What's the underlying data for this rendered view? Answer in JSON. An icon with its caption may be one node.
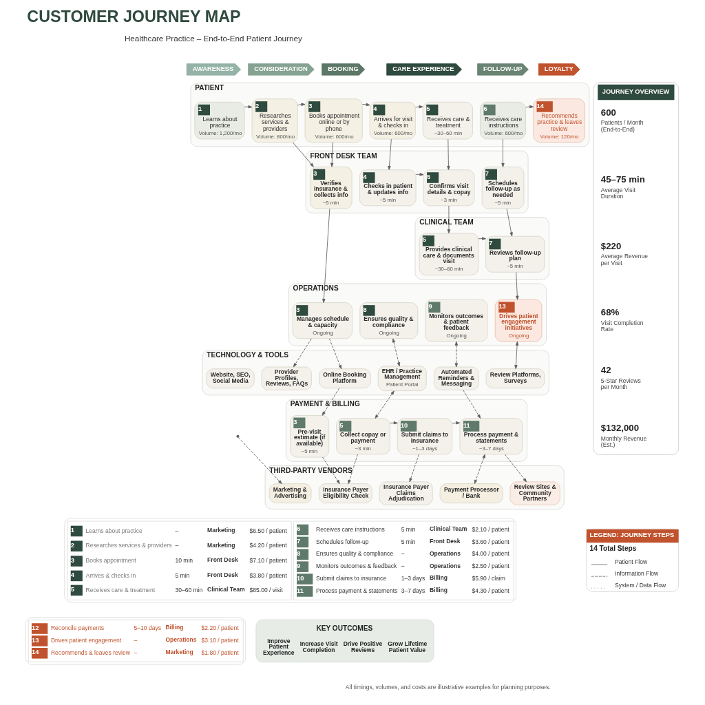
{
  "diagram": {
    "title": "CUSTOMER JOURNEY MAP",
    "nodes": [
      {
        "text": [
          "AWARENESS"
        ]
      },
      {
        "text": [
          "CONSIDERATION"
        ]
      },
      {
        "text": [
          "BOOKING"
        ]
      },
      {
        "text": [
          "CARE EXPERIENCE"
        ]
      },
      {
        "text": [
          "FOLLOW-UP"
        ]
      },
      {
        "text": [
          "LOYALTY"
        ]
      },
      {
        "text": [
          "PATIENT"
        ]
      },
      {
        "text": [
          "1",
          "Learns about practice",
          "Volume: 1,200/mo"
        ],
        "in": 6
      },
      {
        "text": [
          "2",
          "Researches services & providers",
          "Volume: 800/mo"
        ],
        "in": 6
      },
      {
        "text": [
          "3",
          "Books appointment online or by phone",
          "Volume: 600/mo"
        ],
        "in": 6
      },
      {
        "text": [
          "4",
          "Arrives for visit & checks in",
          "Volume: 600/mo"
        ],
        "in": 6
      },
      {
        "text": [
          "5",
          "Receives care & treatment",
          "~30–60 min"
        ],
        "in": 6
      },
      {
        "text": [
          "6",
          "Receives care instructions",
          "Volume: 600/mo"
        ],
        "in": 6
      },
      {
        "text": [
          "14",
          "Recommends practice & leaves review",
          "Volume: 120/mo"
        ],
        "in": 6
      },
      {
        "text": [
          "FRONT DESK TEAM"
        ]
      },
      {
        "text": [
          "3",
          "Verifies insurance & collects info",
          "~5 min"
        ],
        "in": 14
      },
      {
        "text": [
          "4",
          "Checks in patient & updates info",
          "~5 min"
        ],
        "in": 14
      },
      {
        "text": [
          "5",
          "Confirms visit details & copay",
          "~3 min"
        ],
        "in": 14
      },
      {
        "text": [
          "7",
          "Schedules follow-up as needed",
          "~5 min"
        ],
        "in": 14
      },
      {
        "text": [
          "CLINICAL TEAM"
        ]
      },
      {
        "text": [
          "5",
          "Provides clinical care & documents visit",
          "~30–60 min"
        ],
        "in": 19
      },
      {
        "text": [
          "7",
          "Reviews follow-up plan",
          "~5 min"
        ],
        "in": 19
      },
      {
        "text": [
          "OPERATIONS"
        ]
      },
      {
        "text": [
          "3",
          "Manages schedule & capacity",
          "Ongoing"
        ],
        "in": 22
      },
      {
        "text": [
          "8",
          "Ensures quality & compliance",
          "Ongoing"
        ],
        "in": 22
      },
      {
        "text": [
          "9",
          "Monitors outcomes & patient feedback",
          "Ongoing"
        ],
        "in": 22
      },
      {
        "text": [
          "13",
          "Drives patient engagement initiatives",
          "Ongoing"
        ],
        "in": 22
      },
      {
        "text": [
          "TECHNOLOGY & TOOLS"
        ]
      },
      {
        "text": [
          "Website, SEO, Social Media"
        ],
        "in": 27
      },
      {
        "text": [
          "Provider Profiles, Reviews, FAQs"
        ],
        "in": 27
      },
      {
        "text": [
          "Online Booking Platform"
        ],
        "in": 27
      },
      {
        "text": [
          "EHR / Practice Management",
          "Patient Portal"
        ],
        "in": 27
      },
      {
        "text": [
          "Automated Reminders & Messaging"
        ],
        "in": 27
      },
      {
        "text": [
          "Review Platforms, Surveys"
        ],
        "in": 27
      },
      {
        "text": [
          "PAYMENT & BILLING"
        ]
      },
      {
        "text": [
          "3",
          "Pre-visit estimate (if available)",
          "~5 min"
        ],
        "in": 34
      },
      {
        "text": [
          "5",
          "Collect copay or payment",
          "~3 min"
        ],
        "in": 34
      },
      {
        "text": [
          "10",
          "Submit claims to insurance",
          "~1–3 days"
        ],
        "in": 34
      },
      {
        "text": [
          "11",
          "Process payment & statements",
          "~3–7 days"
        ],
        "in": 34
      },
      {
        "text": [
          "THIRD-PARTY VENDORS"
        ]
      },
      {
        "text": [
          "Marketing & Advertising"
        ],
        "in": 39
      },
      {
        "text": [
          "Insurance Payer Eligibility Check"
        ],
        "in": 39
      },
      {
        "text": [
          "Insurance Payer Claims Adjudication"
        ],
        "in": 39
      },
      {
        "text": [
          "Payment Processor / Bank"
        ],
        "in": 39
      },
      {
        "text": [
          "Review Sites & Community Partners"
        ],
        "in": 39
      },
      {
        "text": [
          "JOURNEY OVERVIEW",
          "600",
          "Patients / Month (End-to-End)",
          "45–75 min",
          "Average Visit Duration",
          "$220",
          "Average Revenue per Visit",
          "68%",
          "Visit Completion Rate",
          "42",
          "5-Star Reviews per Month",
          "$132,000",
          "Monthly Revenue (Est.)"
        ]
      },
      {
        "text": [
          "KEY OUTCOMES",
          "Improve Patient Experience",
          "Increase Visit Completion",
          "Drive Positive Reviews",
          "Grow Lifetime Patient Value"
        ]
      },
      {
        "text": [
          "LEGEND: JOURNEY STEPS",
          "14 Total Steps"
        ]
      }
    ],
    "edges": [
      {
        "from": 7,
        "to": 8,
        "arrow": "to"
      },
      {
        "from": 8,
        "to": 9,
        "arrow": "to"
      },
      {
        "from": 9,
        "to": 10,
        "arrow": "to"
      },
      {
        "from": 10,
        "to": 11,
        "arrow": "to"
      },
      {
        "from": 12,
        "to": 13,
        "arrow": "to"
      },
      {
        "from": 8,
        "to": 15,
        "arrow": "to"
      },
      {
        "from": 9,
        "to": 15,
        "arrow": "to"
      },
      {
        "from": 10,
        "to": 16,
        "arrow": "to"
      },
      {
        "from": 11,
        "to": 17,
        "arrow": "to"
      },
      {
        "from": 12,
        "to": 18,
        "arrow": "to"
      },
      {
        "from": 16,
        "to": 17,
        "arrow": "to"
      },
      {
        "from": 15,
        "to": 23,
        "arrow": "to"
      },
      {
        "from": 17,
        "to": 20,
        "arrow": "to"
      },
      {
        "from": 18,
        "to": 21,
        "arrow": "to"
      },
      {
        "from": 20,
        "to": 21,
        "arrow": "to"
      },
      {
        "from": 21,
        "to": 26,
        "arrow": "to"
      },
      {
        "from": 23,
        "to": 29,
        "arrow": "to",
        "style": "dashed"
      },
      {
        "from": 23,
        "to": 30,
        "arrow": "to",
        "style": "dashed"
      },
      {
        "from": 24,
        "to": 31,
        "arrow": "both",
        "style": "dashed"
      },
      {
        "from": 25,
        "to": 32,
        "arrow": "both",
        "style": "dashed"
      },
      {
        "from": 26,
        "to": 33,
        "arrow": "both"
      },
      {
        "from": 30,
        "to": 35,
        "arrow": "to",
        "style": "dashed"
      },
      {
        "from": 31,
        "to": 36,
        "arrow": "both",
        "style": "dashed"
      },
      {
        "from": 32,
        "to": 38,
        "arrow": "to",
        "style": "dashed"
      },
      {
        "from": 36,
        "to": 37,
        "arrow": "to"
      },
      {
        "from": 37,
        "to": 38,
        "arrow": "to"
      },
      {
        "from": null,
        "to": 40,
        "arrow": "to",
        "style": "dashed"
      },
      {
        "from": 35,
        "to": 41,
        "arrow": "to",
        "style": "dashed"
      },
      {
        "from": 36,
        "to": 41,
        "arrow": "to",
        "style": "dashed"
      },
      {
        "from": 37,
        "to": 42,
        "arrow": "to",
        "style": "dashed"
      },
      {
        "from": 38,
        "to": 43,
        "arrow": "both",
        "style": "dashed"
      },
      {
        "from": 38,
        "to": 44,
        "arrow": "to",
        "style": "dashed"
      }
    ],
    "labels": [
      "Healthcare Practice – End-to-End Patient Journey",
      "1",
      "Learns about practice",
      "–",
      "Marketing",
      "$6.50 / patient",
      "2",
      "Researches services & providers",
      "–",
      "Marketing",
      "$4.20 / patient",
      "3",
      "Books appointment",
      "10 min",
      "Front Desk",
      "$7.10 / patient",
      "4",
      "Arrives & checks in",
      "5 min",
      "Front Desk",
      "$3.80 / patient",
      "5",
      "Receives care & treatment",
      "30–60 min",
      "Clinical Team",
      "$85.00 / visit",
      "6",
      "Receives care instructions",
      "5 min",
      "Clinical Team",
      "$2.10 / patient",
      "7",
      "Schedules follow-up",
      "5 min",
      "Front Desk",
      "$3.60 / patient",
      "8",
      "Ensures quality & compliance",
      "–",
      "Operations",
      "$4.00 / patient",
      "9",
      "Monitors outcomes & feedback",
      "–",
      "Operations",
      "$2.50 / patient",
      "10",
      "Submit claims to insurance",
      "1–3 days",
      "Billing",
      "$5.90 / claim",
      "11",
      "Process payment & statements",
      "3–7 days",
      "Billing",
      "$4.30 / patient",
      "12",
      "Reconcile payments",
      "5–10 days",
      "Billing",
      "$2.20 / patient",
      "13",
      "Drives patient engagement",
      "–",
      "Operations",
      "$3.10 / patient",
      "14",
      "Recommends & leaves review",
      "–",
      "Marketing",
      "$1.80 / patient",
      "All timings, volumes, and costs are illustrative examples for planning purposes."
    ],
    "legend": [
      {
        "text": "Patient Flow"
      },
      {
        "text": "Information Flow"
      },
      {
        "text": "System / Data Flow"
      }
    ]
  }
}
